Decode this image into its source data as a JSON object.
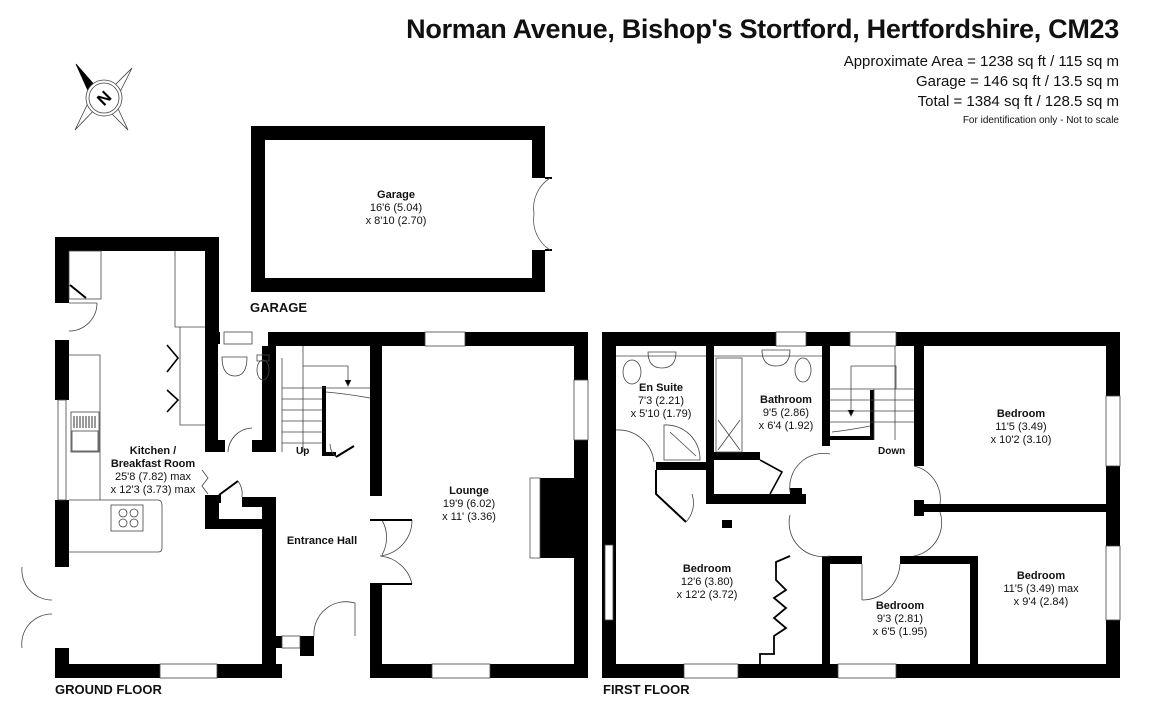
{
  "header": {
    "title": "Norman Avenue, Bishop's Stortford, Hertfordshire, CM23",
    "areas": [
      "Approximate Area = 1238 sq ft / 115 sq m",
      "Garage = 146 sq ft / 13.5 sq m",
      "Total = 1384 sq ft / 128.5 sq m"
    ],
    "disclaimer": "For identification only - Not to scale"
  },
  "compass": {
    "icon": "north-compass-icon",
    "letter": "N"
  },
  "floors": {
    "garage": {
      "label": "GARAGE",
      "rooms": [
        {
          "name": "Garage",
          "dim1": "16'6 (5.04)",
          "dim2": "x 8'10 (2.70)"
        }
      ]
    },
    "ground": {
      "label": "GROUND FLOOR",
      "rooms": [
        {
          "name": "Kitchen /",
          "name2": "Breakfast Room",
          "dim1": "25'8 (7.82) max",
          "dim2": "x 12'3 (3.73) max"
        },
        {
          "name": "Entrance Hall"
        },
        {
          "name": "Lounge",
          "dim1": "19'9 (6.02)",
          "dim2": "x 11' (3.36)"
        }
      ],
      "stairs_label": "Up"
    },
    "first": {
      "label": "FIRST FLOOR",
      "rooms": [
        {
          "name": "En Suite",
          "dim1": "7'3 (2.21)",
          "dim2": "x 5'10 (1.79)"
        },
        {
          "name": "Bathroom",
          "dim1": "9'5 (2.86)",
          "dim2": "x 6'4 (1.92)"
        },
        {
          "name": "Bedroom",
          "dim1": "11'5 (3.49)",
          "dim2": "x 10'2 (3.10)"
        },
        {
          "name": "Bedroom",
          "dim1": "12'6 (3.80)",
          "dim2": "x 12'2 (3.72)"
        },
        {
          "name": "Bedroom",
          "dim1": "9'3 (2.81)",
          "dim2": "x 6'5 (1.95)"
        },
        {
          "name": "Bedroom",
          "dim1": "11'5 (3.49) max",
          "dim2": "x 9'4 (2.84)"
        }
      ],
      "stairs_label": "Down"
    }
  },
  "colors": {
    "wall": "#000000",
    "background": "#ffffff",
    "line": "#555555"
  }
}
